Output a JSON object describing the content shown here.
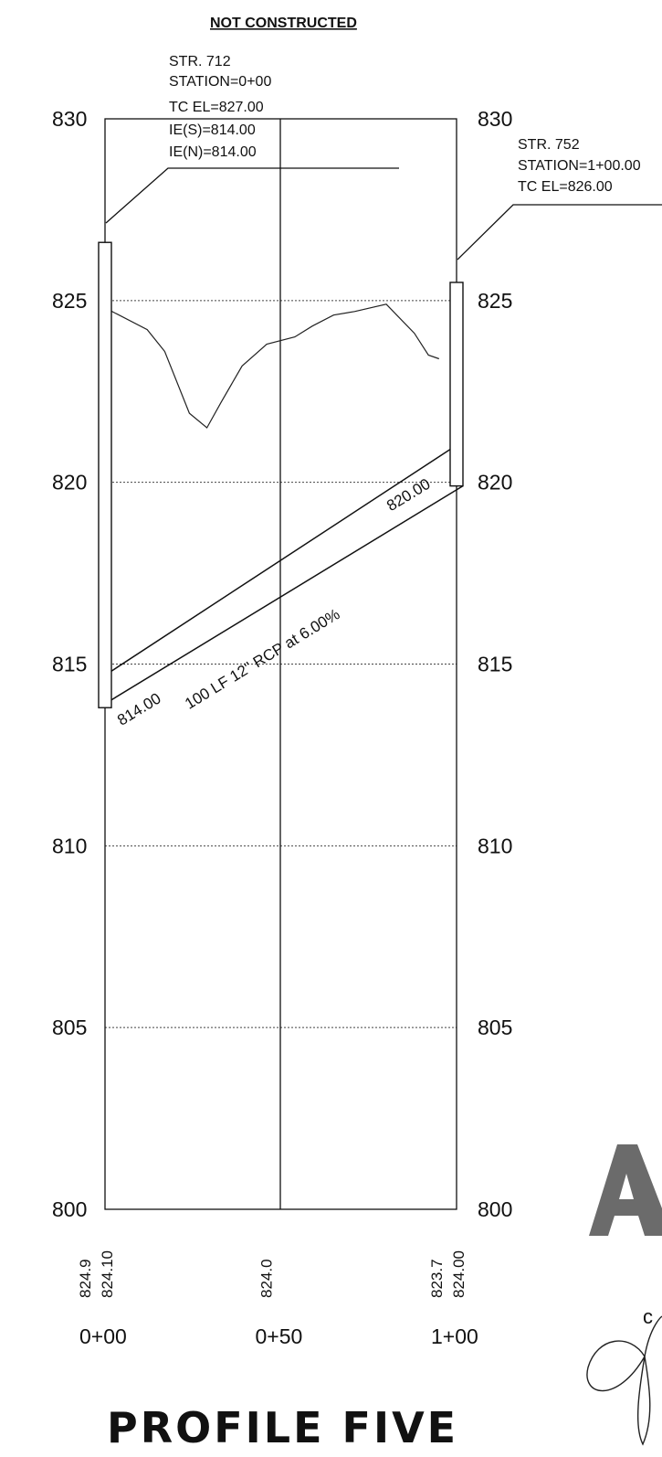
{
  "header": {
    "status_note": "NOT CONSTRUCTED"
  },
  "chart_data": {
    "type": "line",
    "title": "PROFILE FIVE",
    "ylim": [
      800,
      830
    ],
    "xlim": [
      0,
      100
    ],
    "y_ticks_left": [
      "830",
      "825",
      "820",
      "815",
      "810",
      "805",
      "800"
    ],
    "y_ticks_right": [
      "830",
      "825",
      "820",
      "815",
      "810",
      "805",
      "800"
    ],
    "station_labels": [
      {
        "x": 0,
        "label": "0+00"
      },
      {
        "x": 50,
        "label": "0+50"
      },
      {
        "x": 100,
        "label": "1+00"
      }
    ],
    "elevation_labels": [
      {
        "x": 0,
        "lines": [
          "824.9",
          "824.10"
        ]
      },
      {
        "x": 50,
        "lines": [
          "824.0"
        ]
      },
      {
        "x": 100,
        "lines": [
          "823.7",
          "824.00"
        ]
      }
    ],
    "ground_profile": {
      "x": [
        0,
        12,
        17,
        24,
        29,
        33,
        39,
        46,
        54,
        59,
        65,
        71,
        80,
        88,
        92,
        95
      ],
      "y": [
        824.8,
        824.2,
        823.6,
        821.9,
        821.5,
        822.2,
        823.2,
        823.8,
        824.0,
        824.3,
        824.6,
        824.7,
        824.9,
        824.1,
        823.5,
        823.4
      ]
    },
    "pipe": {
      "label": "100 LF 12\" RCP at 6.00%",
      "invert_in": {
        "x": 0,
        "y": 814.0,
        "label": "814.00"
      },
      "invert_out": {
        "x": 100,
        "y": 820.0,
        "label": "820.00"
      }
    },
    "structures": [
      {
        "x": 0,
        "top": 826.6,
        "bottom": 813.8,
        "lines": [
          "STR. 712",
          "STATION=0+00",
          "TC EL=827.00",
          "IE(S)=814.00",
          "IE(N)=814.00"
        ]
      },
      {
        "x": 100,
        "top": 825.5,
        "bottom": 819.9,
        "lines": [
          "STR. 752",
          "STATION=1+00.00",
          "TC EL=826.00"
        ]
      }
    ]
  }
}
